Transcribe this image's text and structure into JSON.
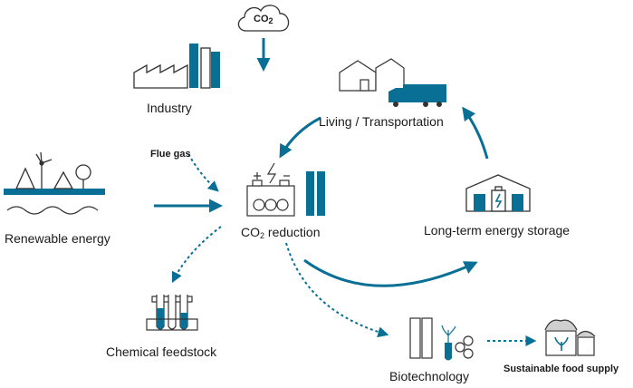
{
  "colors": {
    "accent": "#0a6f94",
    "line": "#333333",
    "fill": "#ffffff"
  },
  "labels": {
    "co2_cloud": {
      "main": "CO",
      "sub": "2"
    },
    "industry": "Industry",
    "flue_gas": "Flue gas",
    "living_transportation": "Living / Transportation",
    "renewable_energy": "Renewable energy",
    "co2_reduction": {
      "main": "CO",
      "sub": "2",
      "rest": " reduction"
    },
    "long_term_storage": "Long-term energy storage",
    "chemical_feedstock": "Chemical feedstock",
    "biotechnology": "Biotechnology",
    "sustainable_food": "Sustainable food supply"
  },
  "icons": [
    "cloud-icon",
    "factory-icon",
    "houses-truck-icon",
    "landscape-icon",
    "battery-icon",
    "storage-building-icon",
    "test-tubes-icon",
    "biotech-icon",
    "food-pots-icon"
  ]
}
